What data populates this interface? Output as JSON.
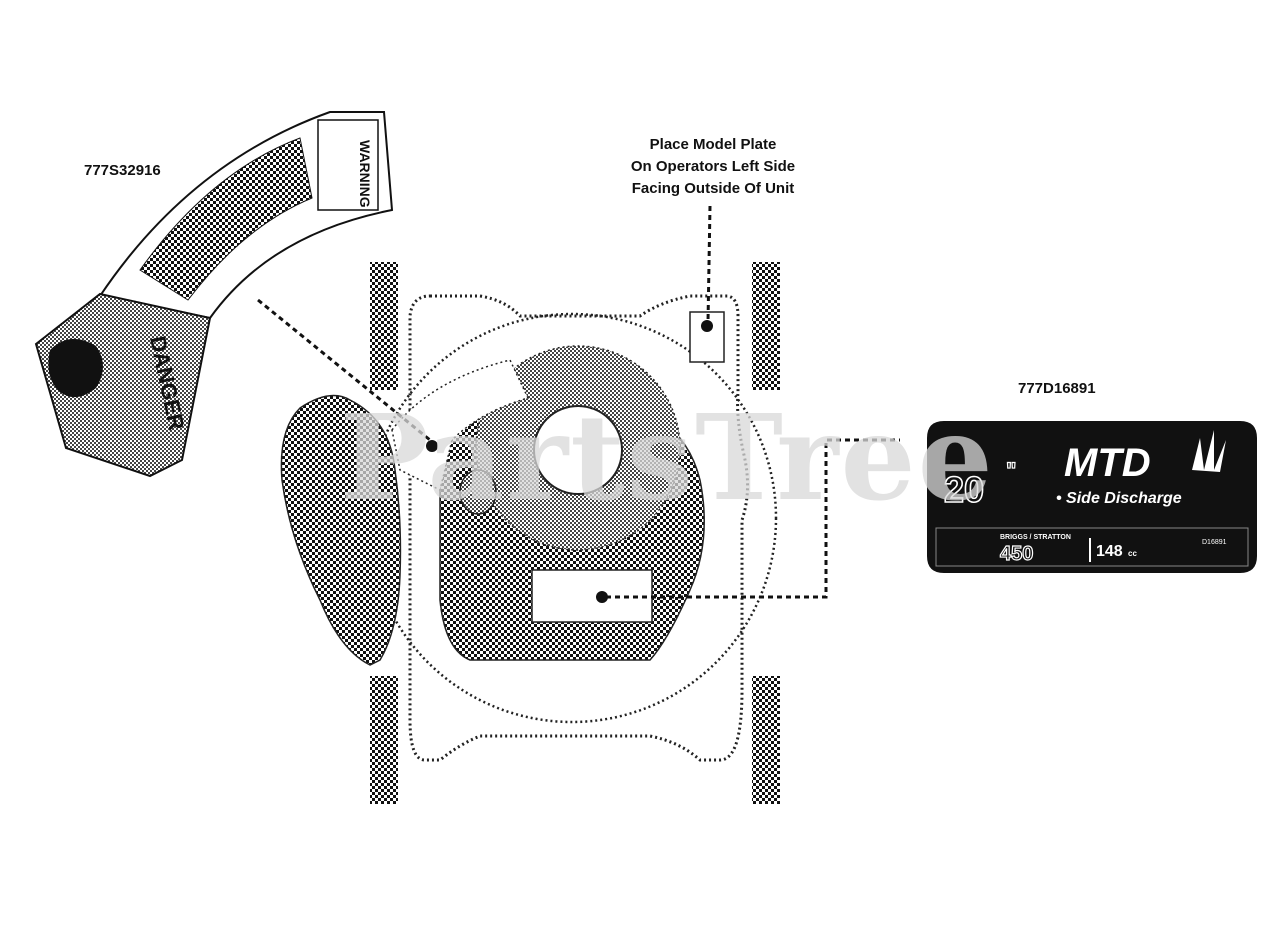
{
  "parts": {
    "warning_decal": "777S32916",
    "model_plate": "777D16891"
  },
  "placement_note": {
    "line1": "Place Model Plate",
    "line2": "On Operators Left Side",
    "line3": "Facing Outside Of Unit"
  },
  "model_plate": {
    "brand": "MTD",
    "size": "20",
    "size_unit": "\"",
    "feature": "• Side Discharge",
    "engine_brand": "BRIGGS / STRATTON",
    "engine_series": "450",
    "displacement": "148",
    "displacement_unit": "cc",
    "code": "D16891"
  },
  "warning_decal": {
    "danger_word": "DANGER",
    "warning_word": "WARNING"
  },
  "watermark": "PartsTree"
}
